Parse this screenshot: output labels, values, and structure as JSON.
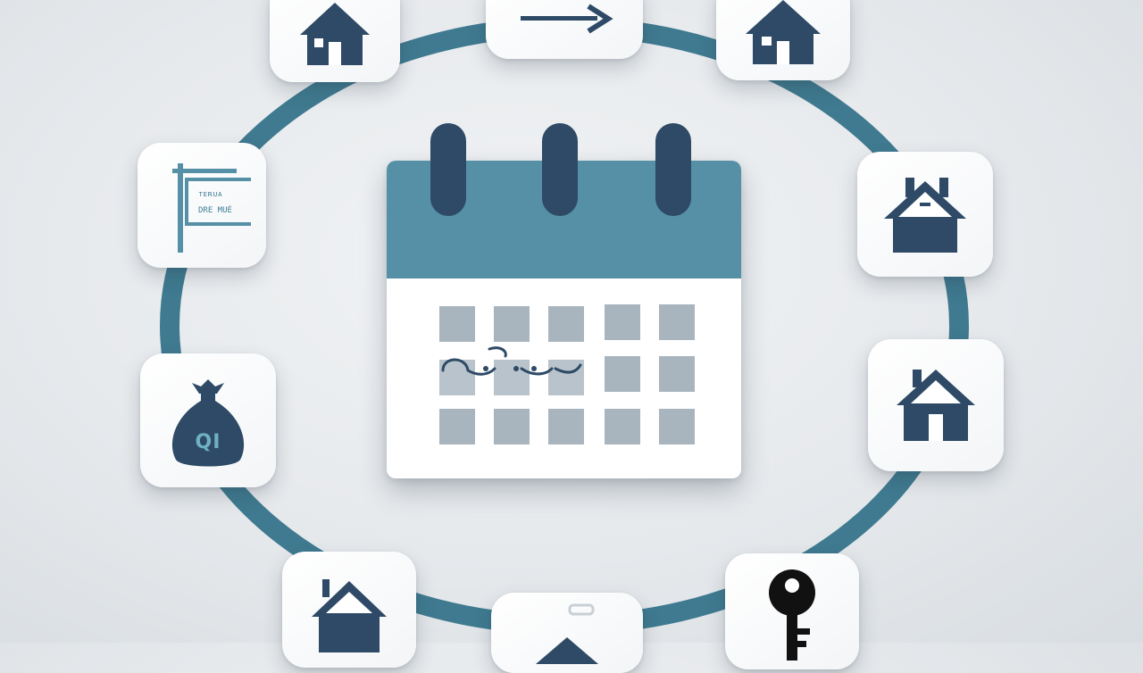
{
  "colors": {
    "ring": "#3f7a90",
    "navy": "#2e4a66",
    "calendar_header": "#5590a6",
    "calendar_cell": "#a9b5be",
    "accent_text": "#6fb0c4"
  },
  "center": {
    "icon": "calendar-icon"
  },
  "tiles": [
    {
      "icon": "house-icon"
    },
    {
      "icon": "arrow-right-icon"
    },
    {
      "icon": "house-icon"
    },
    {
      "icon": "for-sale-sign-icon",
      "sign_line1": "ᴛᴇʀᴜᴀ",
      "sign_line2": "DRE MUÉ"
    },
    {
      "icon": "house-icon"
    },
    {
      "icon": "money-bag-icon",
      "label": "QI"
    },
    {
      "icon": "house-icon"
    },
    {
      "icon": "house-icon"
    },
    {
      "icon": "house-icon"
    },
    {
      "icon": "key-icon"
    }
  ]
}
